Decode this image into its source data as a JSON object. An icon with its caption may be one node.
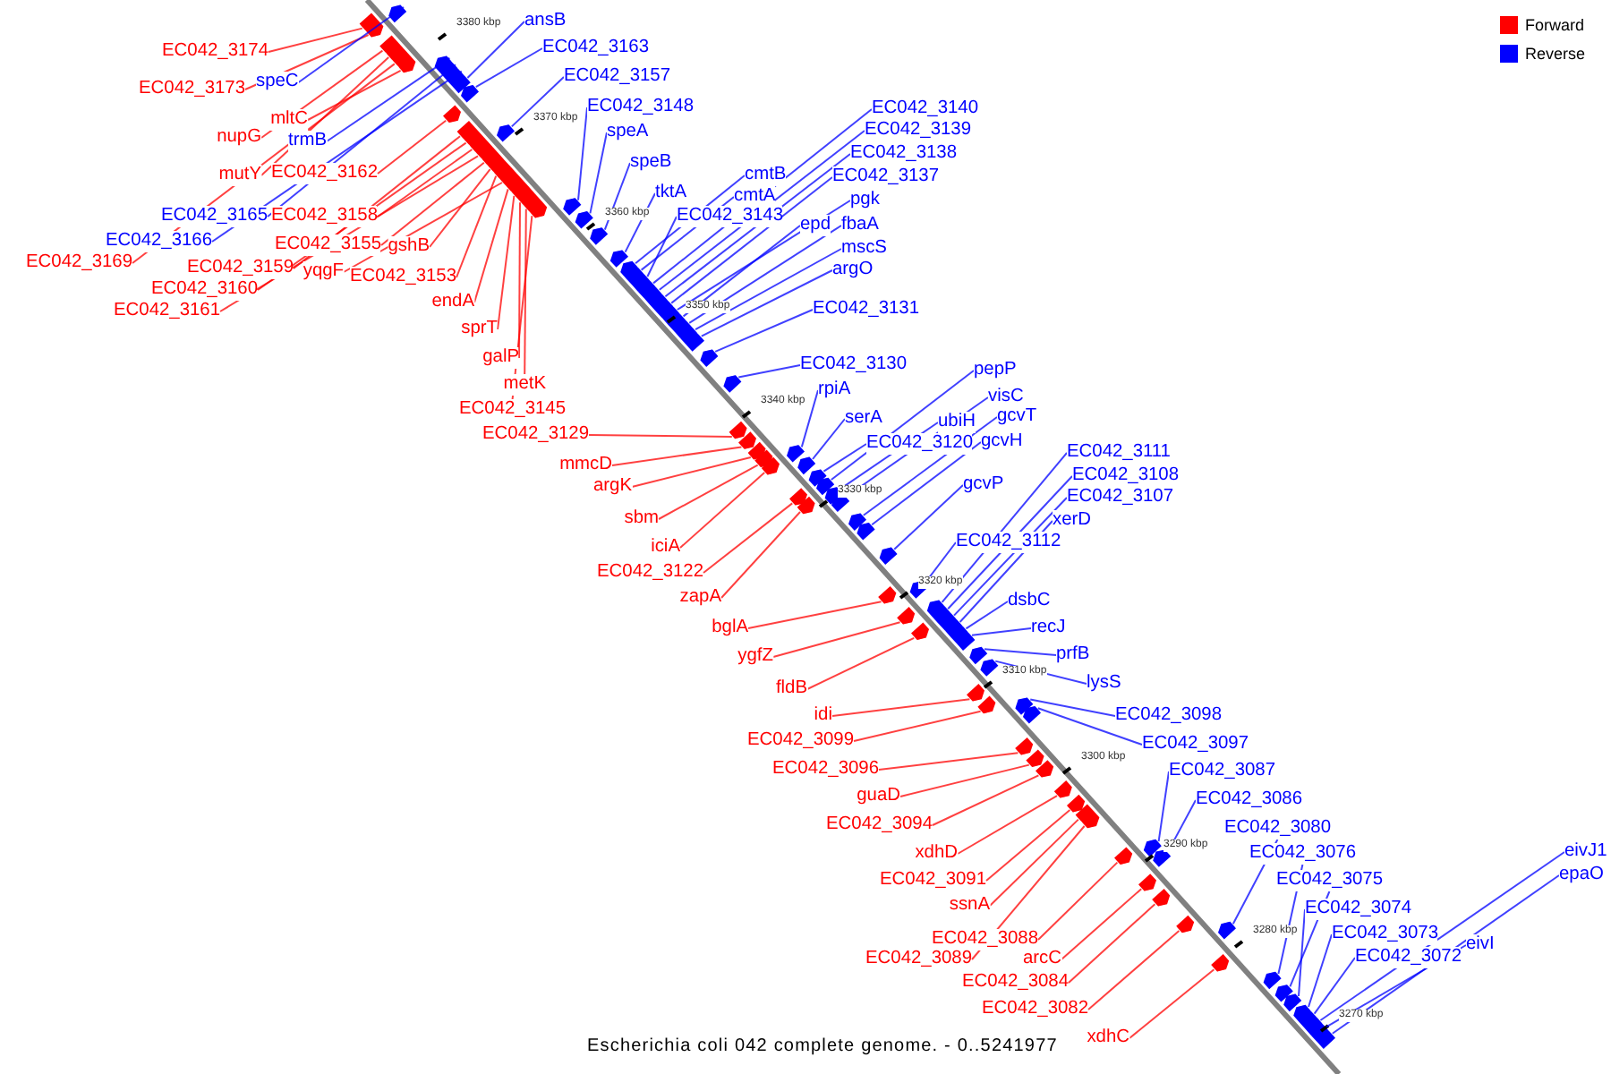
{
  "diagram": {
    "caption": "Escherichia coli 042 complete genome. - 0..5241977",
    "nodes": [
      {
        "text": [
          "EC042_3174"
        ]
      },
      {
        "text": [
          "EC042_3173"
        ]
      },
      {
        "text": [
          "speC"
        ]
      },
      {
        "text": [
          "mltC"
        ]
      },
      {
        "text": [
          "nupG"
        ]
      },
      {
        "text": [
          "trmB"
        ]
      },
      {
        "text": [
          "mutY"
        ]
      },
      {
        "text": [
          "EC042_3162"
        ]
      },
      {
        "text": [
          "EC042_3165"
        ]
      },
      {
        "text": [
          "EC042_3158"
        ]
      },
      {
        "text": [
          "EC042_3166"
        ]
      },
      {
        "text": [
          "EC042_3155"
        ]
      },
      {
        "text": [
          "gshB"
        ]
      },
      {
        "text": [
          "EC042_3169"
        ]
      },
      {
        "text": [
          "EC042_3159"
        ]
      },
      {
        "text": [
          "yqgF"
        ]
      },
      {
        "text": [
          "EC042_3153"
        ]
      },
      {
        "text": [
          "EC042_3160"
        ]
      },
      {
        "text": [
          "EC042_3161"
        ]
      },
      {
        "text": [
          "endA"
        ]
      },
      {
        "text": [
          "sprT"
        ]
      },
      {
        "text": [
          "galP"
        ]
      },
      {
        "text": [
          "metK"
        ]
      },
      {
        "text": [
          "EC042_3145"
        ]
      },
      {
        "text": [
          "ansB"
        ]
      },
      {
        "text": [
          "EC042_3163"
        ]
      },
      {
        "text": [
          "EC042_3157"
        ]
      },
      {
        "text": [
          "EC042_3148"
        ]
      },
      {
        "text": [
          "speA"
        ]
      },
      {
        "text": [
          "speB"
        ]
      },
      {
        "text": [
          "tktA"
        ]
      },
      {
        "text": [
          "cmtB"
        ]
      },
      {
        "text": [
          "cmtA"
        ]
      },
      {
        "text": [
          "EC042_3143"
        ]
      },
      {
        "text": [
          "EC042_3140"
        ]
      },
      {
        "text": [
          "EC042_3139"
        ]
      },
      {
        "text": [
          "EC042_3138"
        ]
      },
      {
        "text": [
          "EC042_3137"
        ]
      },
      {
        "text": [
          "pgk"
        ]
      },
      {
        "text": [
          "epd"
        ]
      },
      {
        "text": [
          "fbaA"
        ]
      },
      {
        "text": [
          "mscS"
        ]
      },
      {
        "text": [
          "argO"
        ]
      },
      {
        "text": [
          "EC042_3131"
        ]
      },
      {
        "text": [
          "EC042_3130"
        ]
      },
      {
        "text": [
          "rpiA"
        ]
      },
      {
        "text": [
          "serA"
        ]
      },
      {
        "text": [
          "pepP"
        ]
      },
      {
        "text": [
          "visC"
        ]
      },
      {
        "text": [
          "ubiH"
        ]
      },
      {
        "text": [
          "gcvT"
        ]
      },
      {
        "text": [
          "EC042_3120"
        ]
      },
      {
        "text": [
          "gcvH"
        ]
      },
      {
        "text": [
          "gcvP"
        ]
      },
      {
        "text": [
          "EC042_3111"
        ]
      },
      {
        "text": [
          "EC042_3108"
        ]
      },
      {
        "text": [
          "EC042_3107"
        ]
      },
      {
        "text": [
          "xerD"
        ]
      },
      {
        "text": [
          "EC042_3112"
        ]
      },
      {
        "text": [
          "dsbC"
        ]
      },
      {
        "text": [
          "recJ"
        ]
      },
      {
        "text": [
          "prfB"
        ]
      },
      {
        "text": [
          "lysS"
        ]
      },
      {
        "text": [
          "EC042_3098"
        ]
      },
      {
        "text": [
          "EC042_3097"
        ]
      },
      {
        "text": [
          "EC042_3087"
        ]
      },
      {
        "text": [
          "EC042_3086"
        ]
      },
      {
        "text": [
          "EC042_3080"
        ]
      },
      {
        "text": [
          "EC042_3076"
        ]
      },
      {
        "text": [
          "EC042_3075"
        ]
      },
      {
        "text": [
          "EC042_3074"
        ]
      },
      {
        "text": [
          "EC042_3073"
        ]
      },
      {
        "text": [
          "EC042_3072"
        ]
      },
      {
        "text": [
          "eivI"
        ]
      },
      {
        "text": [
          "eivJ1"
        ]
      },
      {
        "text": [
          "epaO"
        ]
      },
      {
        "text": [
          "EC042_3129"
        ]
      },
      {
        "text": [
          "mmcD"
        ]
      },
      {
        "text": [
          "argK"
        ]
      },
      {
        "text": [
          "sbm"
        ]
      },
      {
        "text": [
          "iciA"
        ]
      },
      {
        "text": [
          "EC042_3122"
        ]
      },
      {
        "text": [
          "zapA"
        ]
      },
      {
        "text": [
          "bglA"
        ]
      },
      {
        "text": [
          "ygfZ"
        ]
      },
      {
        "text": [
          "fldB"
        ]
      },
      {
        "text": [
          "idi"
        ]
      },
      {
        "text": [
          "EC042_3099"
        ]
      },
      {
        "text": [
          "EC042_3096"
        ]
      },
      {
        "text": [
          "guaD"
        ]
      },
      {
        "text": [
          "EC042_3094"
        ]
      },
      {
        "text": [
          "xdhD"
        ]
      },
      {
        "text": [
          "EC042_3091"
        ]
      },
      {
        "text": [
          "ssnA"
        ]
      },
      {
        "text": [
          "EC042_3088"
        ]
      },
      {
        "text": [
          "EC042_3089"
        ]
      },
      {
        "text": [
          "arcC"
        ]
      },
      {
        "text": [
          "EC042_3084"
        ]
      },
      {
        "text": [
          "EC042_3082"
        ]
      },
      {
        "text": [
          "xdhC"
        ]
      },
      {
        "text": [],
        "shape": "arrow"
      },
      {
        "text": [],
        "shape": "arrow"
      },
      {
        "text": [],
        "shape": "arrow"
      },
      {
        "text": [],
        "shape": "arrow"
      },
      {
        "text": [],
        "shape": "arrow"
      },
      {
        "text": [],
        "shape": "arrow"
      },
      {
        "text": [],
        "shape": "arrow"
      },
      {
        "text": [],
        "shape": "arrow"
      },
      {
        "text": [],
        "shape": "arrow"
      },
      {
        "text": [],
        "shape": "arrow"
      },
      {
        "text": [],
        "shape": "arrow"
      },
      {
        "text": [],
        "shape": "arrow"
      },
      {
        "text": [],
        "shape": "arrow"
      },
      {
        "text": [],
        "shape": "arrow"
      },
      {
        "text": [],
        "shape": "arrow"
      },
      {
        "text": [],
        "shape": "arrow"
      },
      {
        "text": [],
        "shape": "arrow"
      },
      {
        "text": [],
        "shape": "arrow"
      },
      {
        "text": [],
        "shape": "arrow"
      },
      {
        "text": [],
        "shape": "arrow"
      },
      {
        "text": [],
        "shape": "arrow"
      },
      {
        "text": [],
        "shape": "arrow"
      },
      {
        "text": [],
        "shape": "arrow"
      },
      {
        "text": [],
        "shape": "arrow"
      },
      {
        "text": [],
        "shape": "arrow"
      },
      {
        "text": [],
        "shape": "arrow"
      },
      {
        "text": [],
        "shape": "arrow"
      },
      {
        "text": [],
        "shape": "arrow"
      },
      {
        "text": [],
        "shape": "arrow"
      },
      {
        "text": [],
        "shape": "arrow"
      },
      {
        "text": [],
        "shape": "arrow"
      },
      {
        "text": [],
        "shape": "arrow"
      },
      {
        "text": [],
        "shape": "arrow"
      },
      {
        "text": [],
        "shape": "arrow"
      },
      {
        "text": [],
        "shape": "arrow"
      },
      {
        "text": [],
        "shape": "arrow"
      },
      {
        "text": [],
        "shape": "arrow"
      },
      {
        "text": [],
        "shape": "arrow"
      },
      {
        "text": [],
        "shape": "arrow"
      },
      {
        "text": [],
        "shape": "arrow"
      },
      {
        "text": [],
        "shape": "arrow"
      },
      {
        "text": [],
        "shape": "arrow"
      },
      {
        "text": [],
        "shape": "arrow"
      },
      {
        "text": [],
        "shape": "arrow"
      },
      {
        "text": [],
        "shape": "arrow"
      },
      {
        "text": [],
        "shape": "arrow"
      },
      {
        "text": [],
        "shape": "arrow"
      },
      {
        "text": [],
        "shape": "arrow"
      },
      {
        "text": [],
        "shape": "arrow"
      },
      {
        "text": [],
        "shape": "arrow"
      },
      {
        "text": [],
        "shape": "arrow"
      },
      {
        "text": [],
        "shape": "arrow"
      },
      {
        "text": [],
        "shape": "arrow"
      },
      {
        "text": [],
        "shape": "arrow"
      },
      {
        "text": [],
        "shape": "arrow"
      },
      {
        "text": [],
        "shape": "arrow"
      },
      {
        "text": [],
        "shape": "arrow"
      },
      {
        "text": [],
        "shape": "arrow"
      },
      {
        "text": [],
        "shape": "arrow"
      },
      {
        "text": [],
        "shape": "arrow"
      },
      {
        "text": [],
        "shape": "arrow"
      },
      {
        "text": [],
        "shape": "arrow"
      },
      {
        "text": [],
        "shape": "arrow"
      },
      {
        "text": [],
        "shape": "arrow"
      },
      {
        "text": [],
        "shape": "arrow"
      },
      {
        "text": [],
        "shape": "arrow"
      },
      {
        "text": [],
        "shape": "arrow"
      },
      {
        "text": [],
        "shape": "arrow"
      },
      {
        "text": [],
        "shape": "arrow"
      },
      {
        "text": [],
        "shape": "arrow"
      },
      {
        "text": [],
        "shape": "arrow"
      },
      {
        "text": [],
        "shape": "arrow"
      },
      {
        "text": [],
        "shape": "arrow"
      },
      {
        "text": [],
        "shape": "arrow"
      },
      {
        "text": [],
        "shape": "arrow"
      },
      {
        "text": [],
        "shape": "arrow"
      },
      {
        "text": [],
        "shape": "arrow"
      },
      {
        "text": [],
        "shape": "arrow"
      },
      {
        "text": [],
        "shape": "arrow"
      },
      {
        "text": [],
        "shape": "arrow"
      },
      {
        "text": [],
        "shape": "arrow"
      },
      {
        "text": [],
        "shape": "arrow"
      },
      {
        "text": [],
        "shape": "arrow"
      },
      {
        "text": [],
        "shape": "arrow"
      },
      {
        "text": [],
        "shape": "arrow"
      },
      {
        "text": [],
        "shape": "arrow"
      },
      {
        "text": [],
        "shape": "arrow"
      },
      {
        "text": [],
        "shape": "arrow"
      },
      {
        "text": [],
        "shape": "arrow"
      },
      {
        "text": [],
        "shape": "arrow"
      },
      {
        "text": [],
        "shape": "arrow"
      },
      {
        "text": [],
        "shape": "arrow"
      },
      {
        "text": [],
        "shape": "arrow"
      },
      {
        "text": [],
        "shape": "arrow"
      },
      {
        "text": [],
        "shape": "arrow"
      },
      {
        "text": [],
        "shape": "arrow"
      },
      {
        "text": [],
        "shape": "arrow"
      },
      {
        "text": [],
        "shape": "arrow"
      },
      {
        "text": [],
        "shape": "arrow"
      },
      {
        "text": [],
        "shape": "arrow"
      }
    ],
    "edges": [
      {
        "from": 0,
        "to": 100,
        "arrow": "none",
        "color": "#ff0000"
      },
      {
        "from": 1,
        "to": 101,
        "arrow": "none",
        "color": "#ff0000"
      },
      {
        "from": 2,
        "to": 102,
        "arrow": "none"
      },
      {
        "from": 3,
        "to": 103,
        "arrow": "none",
        "color": "#ff0000"
      },
      {
        "from": 4,
        "to": 104,
        "arrow": "none",
        "color": "#ff0000"
      },
      {
        "from": 5,
        "to": 105,
        "arrow": "none"
      },
      {
        "from": 6,
        "to": 106,
        "arrow": "none",
        "color": "#ff0000"
      },
      {
        "from": 7,
        "to": 107,
        "arrow": "none",
        "color": "#ff0000"
      },
      {
        "from": 8,
        "to": 108,
        "arrow": "none"
      },
      {
        "from": 9,
        "to": 109,
        "arrow": "none",
        "color": "#ff0000"
      },
      {
        "from": 10,
        "to": 110,
        "arrow": "none"
      },
      {
        "from": 11,
        "to": 111,
        "arrow": "none",
        "color": "#ff0000"
      },
      {
        "from": 12,
        "to": 112,
        "arrow": "none",
        "color": "#ff0000"
      },
      {
        "from": 13,
        "to": 113,
        "arrow": "none",
        "color": "#ff0000"
      },
      {
        "from": 14,
        "to": 114,
        "arrow": "none",
        "color": "#ff0000"
      },
      {
        "from": 15,
        "to": 115,
        "arrow": "none",
        "color": "#ff0000"
      },
      {
        "from": 16,
        "to": 116,
        "arrow": "none",
        "color": "#ff0000"
      },
      {
        "from": 17,
        "to": 117,
        "arrow": "none",
        "color": "#ff0000"
      },
      {
        "from": 18,
        "to": 118,
        "arrow": "none",
        "color": "#ff0000"
      },
      {
        "from": 19,
        "to": 119,
        "arrow": "none",
        "color": "#ff0000"
      },
      {
        "from": 20,
        "to": 120,
        "arrow": "none",
        "color": "#ff0000"
      },
      {
        "from": 21,
        "to": 121,
        "arrow": "none",
        "color": "#ff0000"
      },
      {
        "from": 22,
        "to": 122,
        "arrow": "none",
        "color": "#ff0000"
      },
      {
        "from": 23,
        "to": 123,
        "arrow": "none",
        "color": "#ff0000"
      },
      {
        "from": 24,
        "to": 124,
        "arrow": "none"
      },
      {
        "from": 25,
        "to": 125,
        "arrow": "none"
      },
      {
        "from": 26,
        "to": 126,
        "arrow": "none"
      },
      {
        "from": 27,
        "to": 127,
        "arrow": "none"
      },
      {
        "from": 28,
        "to": 128,
        "arrow": "none"
      },
      {
        "from": 29,
        "to": 129,
        "arrow": "none"
      },
      {
        "from": 30,
        "to": 130,
        "arrow": "none"
      },
      {
        "from": 31,
        "to": 131,
        "arrow": "none"
      },
      {
        "from": 32,
        "to": 132,
        "arrow": "none"
      },
      {
        "from": 33,
        "to": 133,
        "arrow": "none"
      },
      {
        "from": 34,
        "to": 134,
        "arrow": "none"
      },
      {
        "from": 35,
        "to": 135,
        "arrow": "none"
      },
      {
        "from": 36,
        "to": 136,
        "arrow": "none"
      },
      {
        "from": 37,
        "to": 137,
        "arrow": "none"
      },
      {
        "from": 38,
        "to": 138,
        "arrow": "none"
      },
      {
        "from": 39,
        "to": 139,
        "arrow": "none"
      },
      {
        "from": 40,
        "to": 140,
        "arrow": "none"
      },
      {
        "from": 41,
        "to": 141,
        "arrow": "none"
      },
      {
        "from": 42,
        "to": 142,
        "arrow": "none"
      },
      {
        "from": 43,
        "to": 143,
        "arrow": "none"
      },
      {
        "from": 44,
        "to": 144,
        "arrow": "none"
      },
      {
        "from": 45,
        "to": 145,
        "arrow": "none"
      },
      {
        "from": 46,
        "to": 146,
        "arrow": "none"
      },
      {
        "from": 47,
        "to": 147,
        "arrow": "none"
      },
      {
        "from": 48,
        "to": 148,
        "arrow": "none"
      },
      {
        "from": 49,
        "to": 149,
        "arrow": "none"
      },
      {
        "from": 50,
        "to": 150,
        "arrow": "none"
      },
      {
        "from": 51,
        "to": 151,
        "arrow": "none"
      },
      {
        "from": 52,
        "to": 152,
        "arrow": "none"
      },
      {
        "from": 53,
        "to": 153,
        "arrow": "none"
      },
      {
        "from": 54,
        "to": 154,
        "arrow": "none"
      },
      {
        "from": 55,
        "to": 155,
        "arrow": "none"
      },
      {
        "from": 56,
        "to": 156,
        "arrow": "none"
      },
      {
        "from": 57,
        "to": 157,
        "arrow": "none"
      },
      {
        "from": 58,
        "to": 158,
        "arrow": "none"
      },
      {
        "from": 59,
        "to": 159,
        "arrow": "none"
      },
      {
        "from": 60,
        "to": 160,
        "arrow": "none"
      },
      {
        "from": 61,
        "to": 161,
        "arrow": "none"
      },
      {
        "from": 62,
        "to": 162,
        "arrow": "none"
      },
      {
        "from": 63,
        "to": 163,
        "arrow": "none"
      },
      {
        "from": 64,
        "to": 164,
        "arrow": "none"
      },
      {
        "from": 65,
        "to": 165,
        "arrow": "none"
      },
      {
        "from": 66,
        "to": 166,
        "arrow": "none"
      },
      {
        "from": 67,
        "to": 167,
        "arrow": "none"
      },
      {
        "from": 68,
        "to": 168,
        "arrow": "none"
      },
      {
        "from": 69,
        "to": 169,
        "arrow": "none"
      },
      {
        "from": 70,
        "to": 170,
        "arrow": "none"
      },
      {
        "from": 71,
        "to": 171,
        "arrow": "none"
      },
      {
        "from": 72,
        "to": 172,
        "arrow": "none"
      },
      {
        "from": 73,
        "to": 173,
        "arrow": "none"
      },
      {
        "from": 74,
        "to": 174,
        "arrow": "none"
      },
      {
        "from": 75,
        "to": 175,
        "arrow": "none"
      },
      {
        "from": 76,
        "to": 176,
        "arrow": "none",
        "color": "#ff0000"
      },
      {
        "from": 77,
        "to": 177,
        "arrow": "none",
        "color": "#ff0000"
      },
      {
        "from": 78,
        "to": 178,
        "arrow": "none",
        "color": "#ff0000"
      },
      {
        "from": 79,
        "to": 179,
        "arrow": "none",
        "color": "#ff0000"
      },
      {
        "from": 80,
        "to": 180,
        "arrow": "none",
        "color": "#ff0000"
      },
      {
        "from": 81,
        "to": 181,
        "arrow": "none",
        "color": "#ff0000"
      },
      {
        "from": 82,
        "to": 182,
        "arrow": "none",
        "color": "#ff0000"
      },
      {
        "from": 83,
        "to": 183,
        "arrow": "none",
        "color": "#ff0000"
      },
      {
        "from": 84,
        "to": 184,
        "arrow": "none",
        "color": "#ff0000"
      },
      {
        "from": 85,
        "to": 185,
        "arrow": "none",
        "color": "#ff0000"
      },
      {
        "from": 86,
        "to": 186,
        "arrow": "none",
        "color": "#ff0000"
      },
      {
        "from": 87,
        "to": 187,
        "arrow": "none",
        "color": "#ff0000"
      },
      {
        "from": 88,
        "to": 188,
        "arrow": "none",
        "color": "#ff0000"
      },
      {
        "from": 89,
        "to": 189,
        "arrow": "none",
        "color": "#ff0000"
      },
      {
        "from": 90,
        "to": 190,
        "arrow": "none",
        "color": "#ff0000"
      },
      {
        "from": 91,
        "to": 191,
        "arrow": "none",
        "color": "#ff0000"
      },
      {
        "from": 92,
        "to": 192,
        "arrow": "none",
        "color": "#ff0000"
      },
      {
        "from": 93,
        "to": 193,
        "arrow": "none",
        "color": "#ff0000"
      },
      {
        "from": 94,
        "to": 194,
        "arrow": "none",
        "color": "#ff0000"
      },
      {
        "from": 95,
        "to": 195,
        "arrow": "none",
        "color": "#ff0000"
      },
      {
        "from": 96,
        "to": 196,
        "arrow": "none",
        "color": "#ff0000"
      },
      {
        "from": 97,
        "to": 197,
        "arrow": "none",
        "color": "#ff0000"
      },
      {
        "from": 98,
        "to": 198,
        "arrow": "none",
        "color": "#ff0000"
      },
      {
        "from": 99,
        "to": 199,
        "arrow": "none",
        "color": "#ff0000"
      }
    ],
    "labels": [
      "3380 kbp",
      "3370 kbp",
      "3360 kbp",
      "3350 kbp",
      "3340 kbp",
      "3330 kbp",
      "3320 kbp",
      "3310 kbp",
      "3300 kbp",
      "3290 kbp",
      "3280 kbp",
      "3270 kbp"
    ],
    "legend": [
      {
        "text": "Forward",
        "color": "#ff0000"
      },
      {
        "text": "Reverse",
        "color": "#0000ff"
      }
    ]
  }
}
